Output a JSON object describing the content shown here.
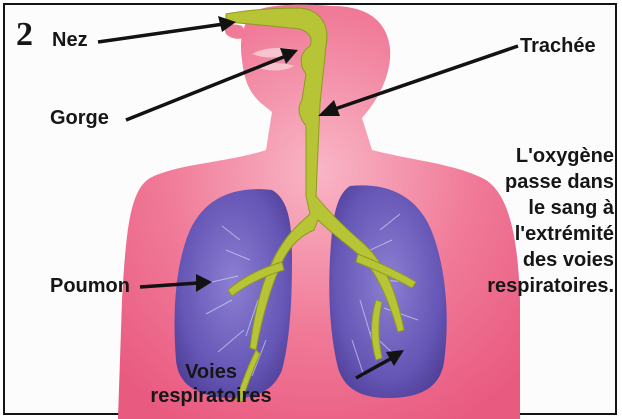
{
  "figure_number": "2",
  "labels": {
    "nez": "Nez",
    "trachee": "Trachée",
    "gorge": "Gorge",
    "poumon": "Poumon",
    "voies": [
      "Voies",
      "respiratoires"
    ]
  },
  "note_lines": [
    "L'oxygène",
    "passe dans",
    "le sang à",
    "l'extrémité",
    "des voies",
    "respiratoires."
  ],
  "colors": {
    "body": "#f06a8e",
    "body_light": "#f7a9bf",
    "lung": "#6a5bb8",
    "lung_dark": "#4e3f95",
    "airway": "#b6c436",
    "text": "#161616"
  }
}
